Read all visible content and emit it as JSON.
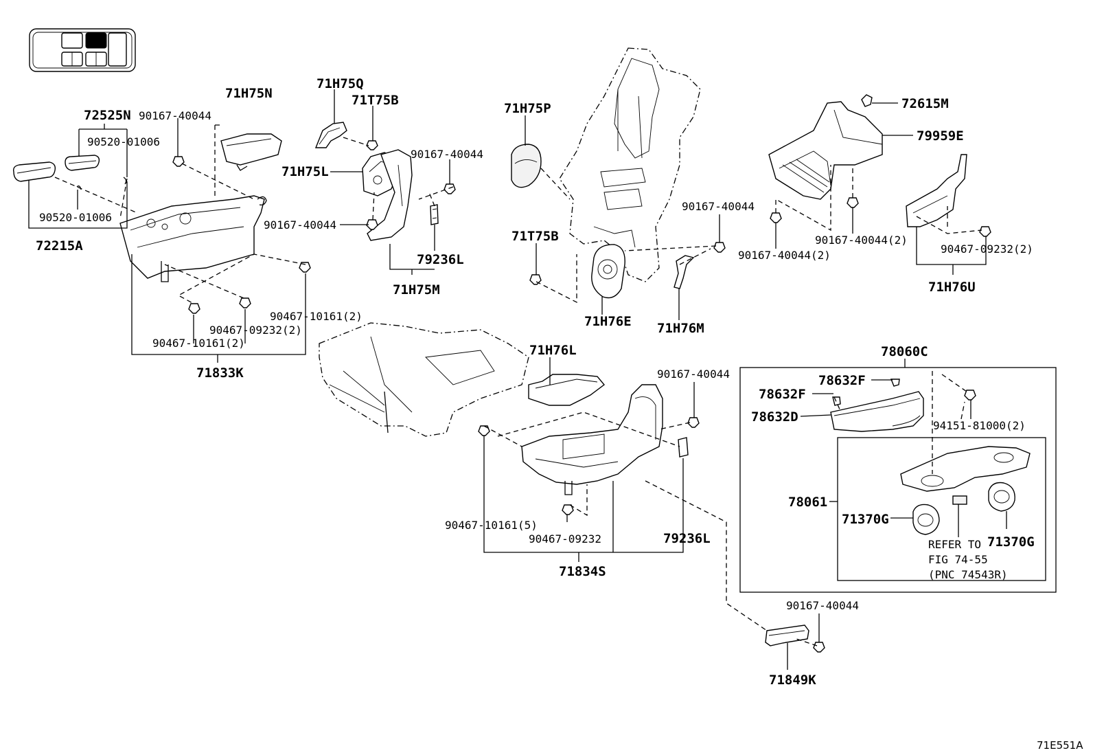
{
  "diagram_code": "71E551A",
  "parts": {
    "p_72525N": "72525N",
    "p_90167_a": "90167-40044",
    "p_71H75N": "71H75N",
    "p_90520_a": "90520-01006",
    "p_90520_b": "90520-01006",
    "p_72215A": "72215A",
    "p_90467_10161_2a": "90467-10161(2)",
    "p_90467_09232_2a": "90467-09232(2)",
    "p_90467_10161_2b": "90467-10161(2)",
    "p_71833K": "71833K",
    "p_71H75Q": "71H75Q",
    "p_71T75B_a": "71T75B",
    "p_71H75L": "71H75L",
    "p_90167_b": "90167-40044",
    "p_90167_c": "90167-40044",
    "p_79236L_a": "79236L",
    "p_71H75M": "71H75M",
    "p_71H75P": "71H75P",
    "p_71T75B_b": "71T75B",
    "p_71H76E": "71H76E",
    "p_71H76M": "71H76M",
    "p_90167_d": "90167-40044",
    "p_72615M": "72615M",
    "p_79959E": "79959E",
    "p_90167_2a": "90167-40044(2)",
    "p_90167_2b": "90167-40044(2)",
    "p_90467_09232_2b": "90467-09232(2)",
    "p_71H76U": "71H76U",
    "p_71H76L": "71H76L",
    "p_90167_e": "90167-40044",
    "p_90467_10161_5": "90467-10161(5)",
    "p_90467_09232": "90467-09232",
    "p_79236L_b": "79236L",
    "p_71834S": "71834S",
    "p_78060C": "78060C",
    "p_78632F_a": "78632F",
    "p_78632F_b": "78632F",
    "p_78632D": "78632D",
    "p_94151": "94151-81000(2)",
    "p_78061": "78061",
    "p_71370G_a": "71370G",
    "p_71370G_b": "71370G",
    "p_90167_f": "90167-40044",
    "p_71849K": "71849K"
  },
  "refer": {
    "line1": "REFER TO",
    "line2": "FIG 74-55",
    "line3": "(PNC 74543R)"
  }
}
